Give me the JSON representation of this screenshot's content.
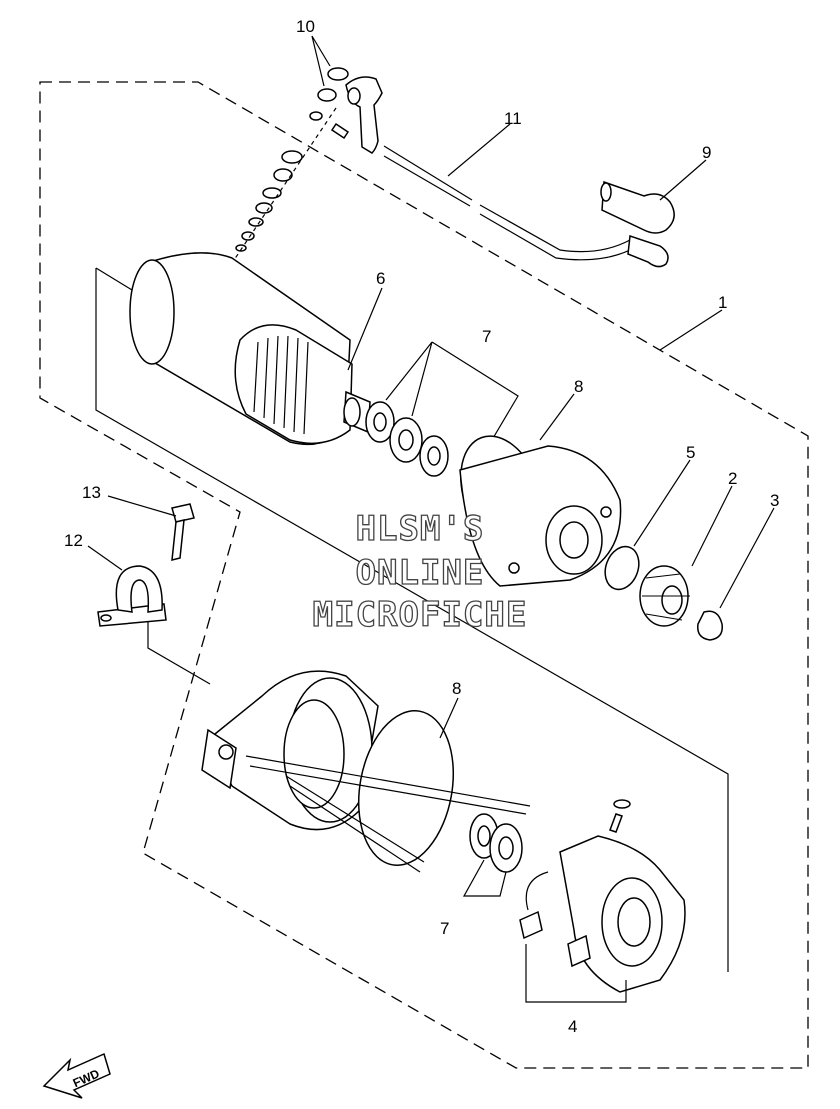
{
  "callouts": {
    "c1": "1",
    "c2": "2",
    "c3": "3",
    "c4": "4",
    "c5": "5",
    "c6": "6",
    "c7a": "7",
    "c7b": "7",
    "c8a": "8",
    "c8b": "8",
    "c9": "9",
    "c10": "10",
    "c11": "11",
    "c12": "12",
    "c13": "13"
  },
  "watermark": {
    "line1": "HLSM'S",
    "line2": "ONLINE",
    "line3": "MICROFICHE"
  },
  "fwd_label": "FWD"
}
